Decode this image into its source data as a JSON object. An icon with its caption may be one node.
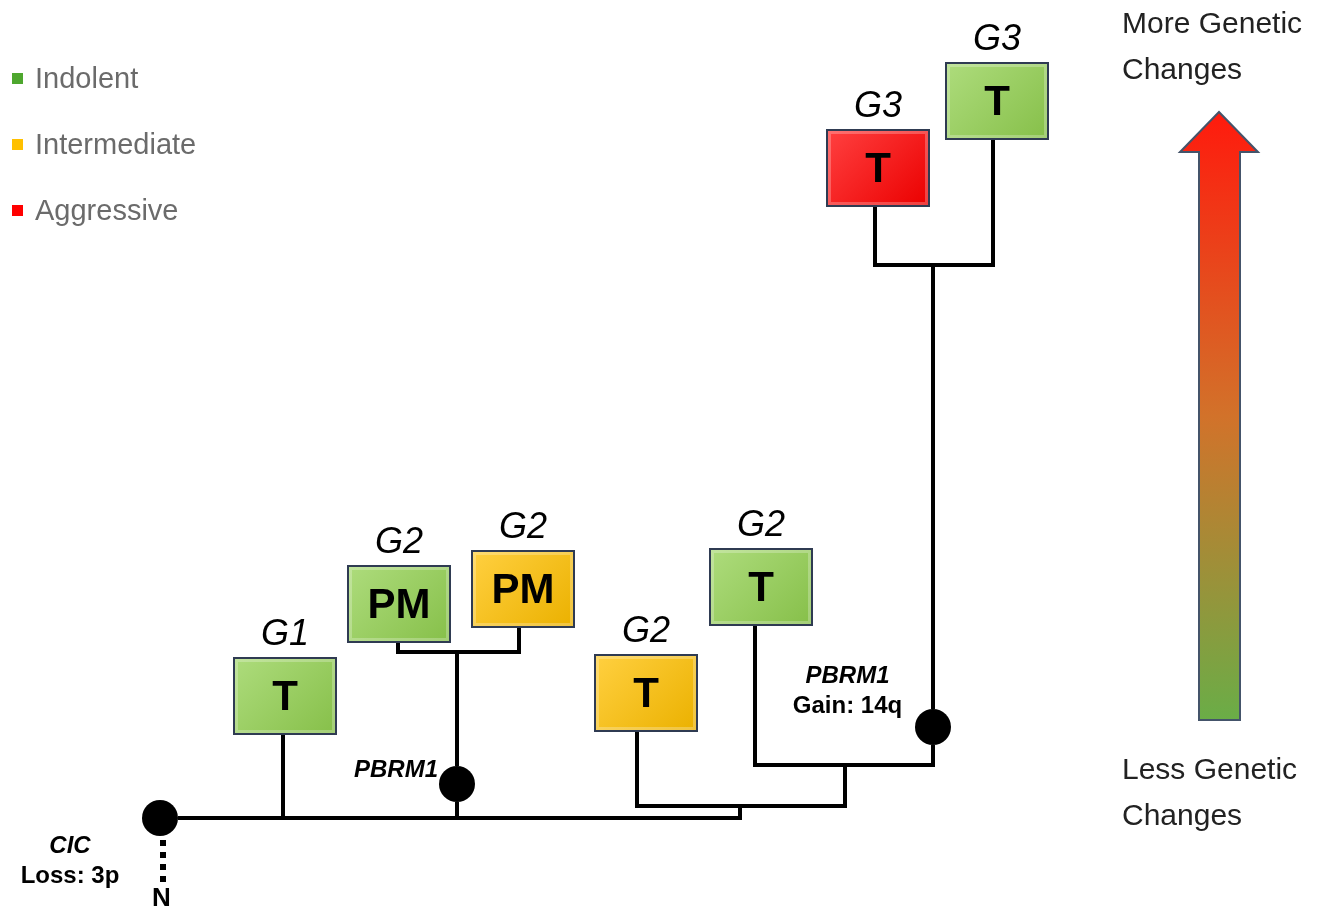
{
  "diagram": {
    "nodes": [
      {
        "text": [
          "G1",
          "T"
        ]
      },
      {
        "text": [
          "G2",
          "PM"
        ]
      },
      {
        "text": [
          "G2",
          "PM"
        ]
      },
      {
        "text": [
          "G2",
          "T"
        ]
      },
      {
        "text": [
          "G2",
          "T"
        ]
      },
      {
        "text": [
          "G3",
          "T"
        ]
      },
      {
        "text": [
          "G3",
          "T"
        ]
      },
      {
        "text": [],
        "shape": "circle",
        "beside": [
          "CIC",
          "Loss: 3p"
        ]
      },
      {
        "text": [],
        "shape": "circle",
        "beside": [
          "PBRM1"
        ]
      },
      {
        "text": [],
        "shape": "circle",
        "beside": [
          "PBRM1",
          "Gain: 14q"
        ]
      },
      {
        "text": [
          "N"
        ]
      }
    ],
    "edges": [
      {
        "from": 7,
        "to": 0,
        "arrow": "none"
      },
      {
        "from": 7,
        "to": 8,
        "arrow": "none"
      },
      {
        "from": 7,
        "to": 3,
        "arrow": "none"
      },
      {
        "from": 7,
        "to": 4,
        "arrow": "none"
      },
      {
        "from": 7,
        "to": 9,
        "arrow": "none"
      },
      {
        "from": 8,
        "to": 1,
        "arrow": "none"
      },
      {
        "from": 8,
        "to": 2,
        "arrow": "none"
      },
      {
        "from": 9,
        "to": 5,
        "arrow": "none"
      },
      {
        "from": 9,
        "to": 6,
        "arrow": "none"
      },
      {
        "from": 10,
        "to": 7,
        "arrow": "none",
        "style": "dashed"
      }
    ],
    "labels": [
      "More Genetic Changes",
      "Less Genetic Changes"
    ],
    "legend": [
      {
        "text": "Indolent",
        "color": "#4ea72e"
      },
      {
        "text": "Intermediate",
        "color": "#ffc000"
      },
      {
        "text": "Aggressive",
        "color": "#ff0000"
      }
    ]
  }
}
